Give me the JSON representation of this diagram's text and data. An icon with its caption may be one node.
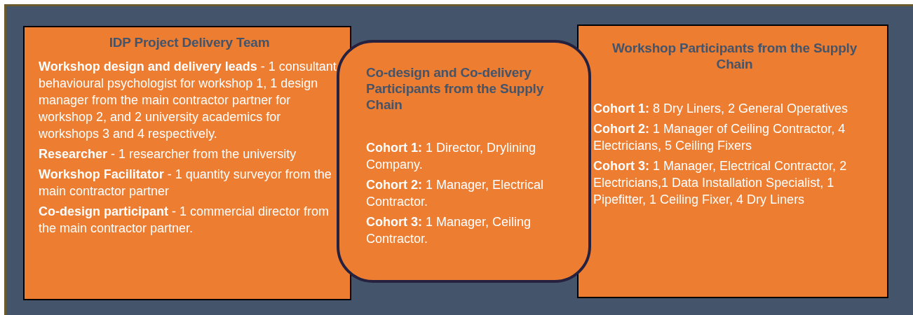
{
  "diagram": {
    "nodes": [
      {
        "text": [
          "IDP Project Delivery Team",
          "**Workshop design and delivery leads** - 1 consultant behavioural psychologist for workshop 1, 1 design manager from the main contractor partner for workshop 2, and 2 university academics for workshops 3 and 4 respectively.",
          "**Researcher** - 1 researcher from the university",
          "**Workshop Facilitator** - 1 quantity surveyor from the main contractor partner",
          "**Co-design participant** - 1 commercial director from the main contractor partner."
        ]
      },
      {
        "text": [
          "Co-design and Co-delivery Participants from the Supply Chain",
          "**Cohort 1:** 1 Director, Drylining Company.",
          "**Cohort 2:** 1 Manager, Electrical Contractor.",
          "**Cohort 3:** 1 Manager, Ceiling Contractor."
        ]
      },
      {
        "text": [
          "Workshop Participants from the Supply Chain",
          "**Cohort 1:** 8 Dry Liners, 2 General Operatives",
          "**Cohort 2:** 1 Manager of Ceiling Contractor, 4 Electricians, 5 Ceiling Fixers",
          "**Cohort 3:** 1 Manager, Electrical Contractor, 2 Electricians,1 Data Installation Specialist, 1 Pipefitter, 1 Ceiling Fixer, 4 Dry Liners"
        ]
      }
    ]
  }
}
